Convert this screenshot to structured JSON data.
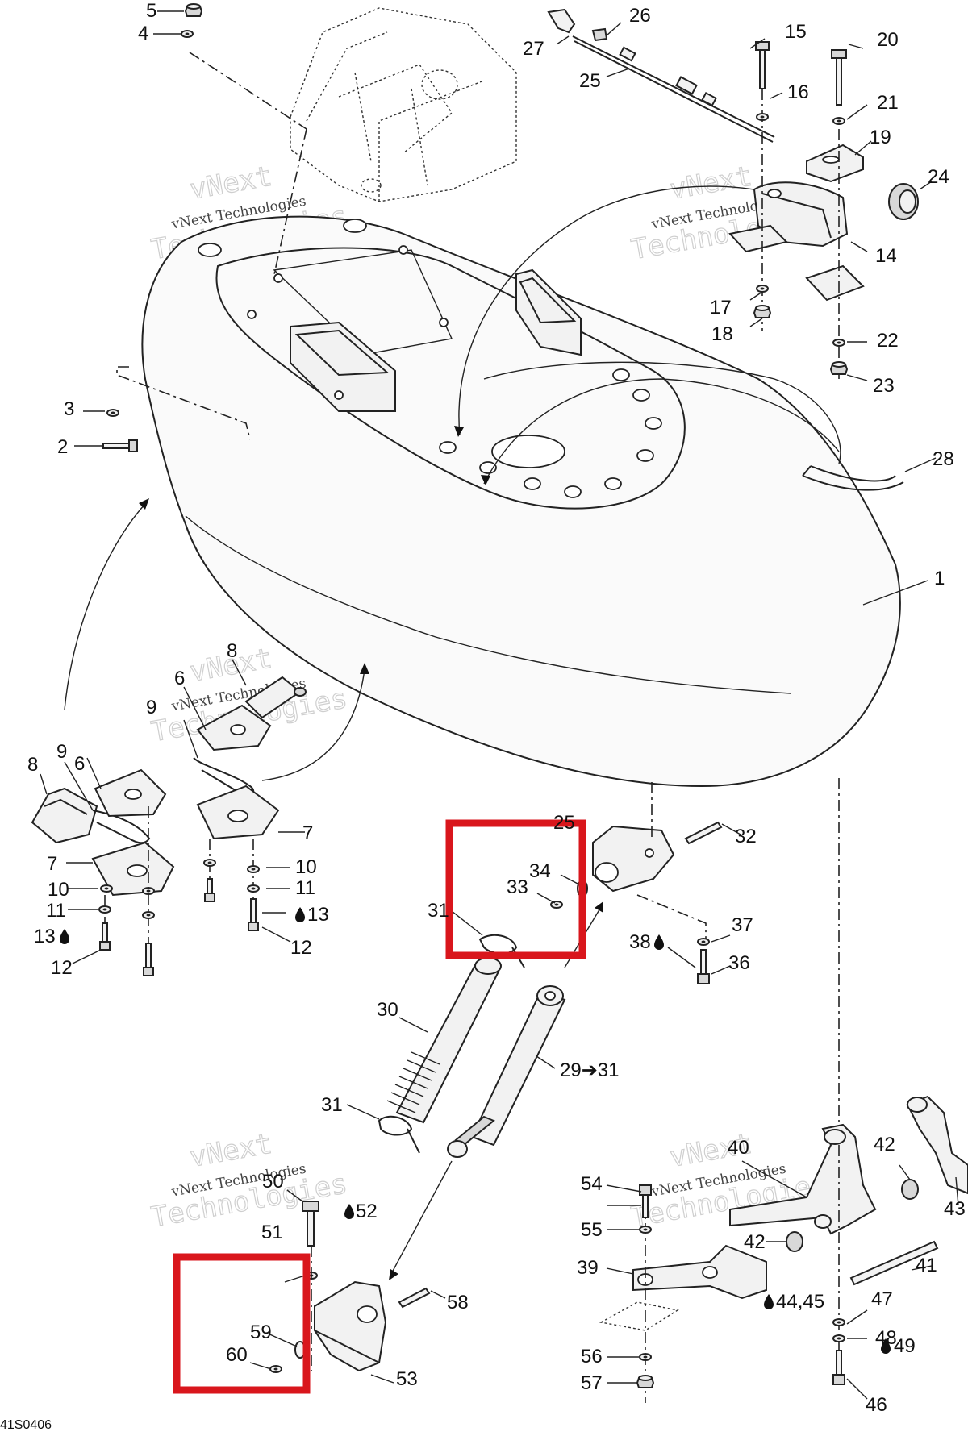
{
  "diagram": {
    "figure_code": "41S0406",
    "watermark": {
      "line1": "vNext",
      "line2": "Technologies",
      "caption": "vNext Technologies"
    },
    "highlight_color": "#d9161c",
    "labels": {
      "l1": "1",
      "l2": "2",
      "l3": "3",
      "l4": "4",
      "l5": "5",
      "l6a": "6",
      "l6b": "6",
      "l7a": "7",
      "l7b": "7",
      "l8a": "8",
      "l8b": "8",
      "l9a": "9",
      "l9b": "9",
      "l10a": "10",
      "l10b": "10",
      "l11a": "11",
      "l11b": "11",
      "l12a": "12",
      "l12b": "12",
      "l13a": "13",
      "l13b": "13",
      "l14": "14",
      "l15": "15",
      "l16": "16",
      "l17": "17",
      "l18": "18",
      "l19": "19",
      "l20": "20",
      "l21": "21",
      "l22": "22",
      "l23": "23",
      "l24": "24",
      "l25a": "25",
      "l25b": "25",
      "l26": "26",
      "l27": "27",
      "l28": "28",
      "l29": "29➔31",
      "l30": "30",
      "l31a": "31",
      "l31b": "31",
      "l32": "32",
      "l33": "33",
      "l34": "34",
      "l36": "36",
      "l37": "37",
      "l38": "38",
      "l39": "39",
      "l40": "40",
      "l41": "41",
      "l42a": "42",
      "l42b": "42",
      "l43": "43",
      "l44": "44,45",
      "l46": "46",
      "l47": "47",
      "l48": "48",
      "l49": "49",
      "l50": "50",
      "l51": "51",
      "l52": "52",
      "l53": "53",
      "l54": "54",
      "l55": "55",
      "l56": "56",
      "l57": "57",
      "l58": "58",
      "l59": "59",
      "l60": "60"
    }
  }
}
